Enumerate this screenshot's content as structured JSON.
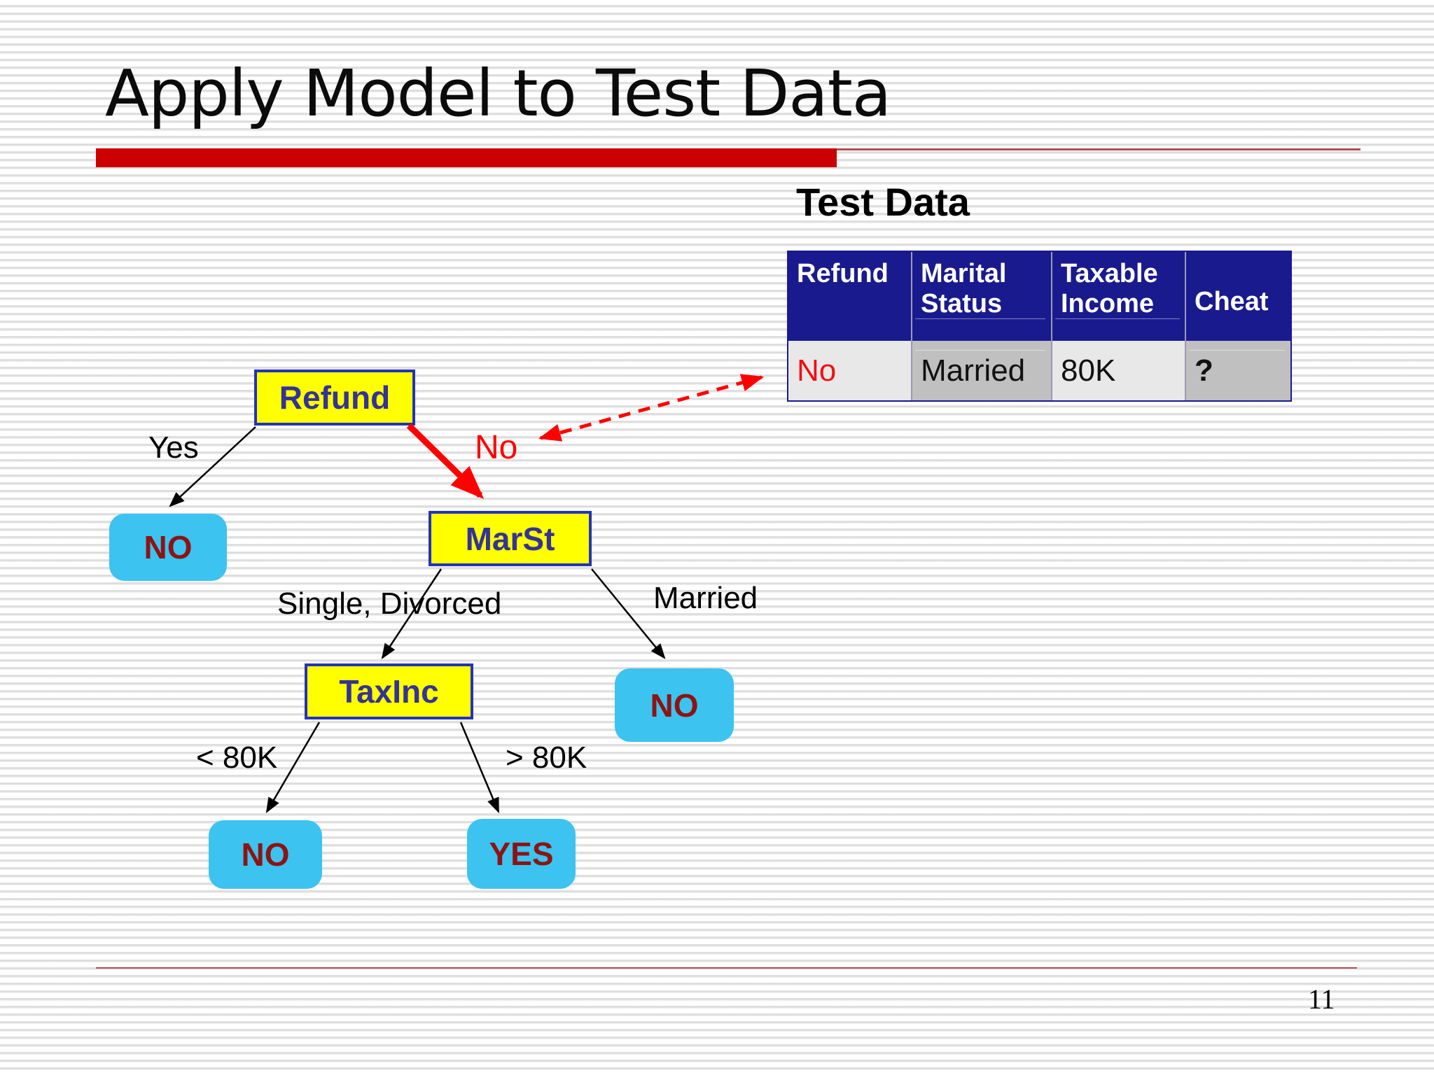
{
  "slide": {
    "title": "Apply Model to Test Data",
    "page_number": "11"
  },
  "test_data": {
    "heading": "Test Data",
    "table": {
      "headers": [
        "Refund",
        "Marital Status",
        "Taxable Income",
        "Cheat"
      ],
      "rows": [
        [
          "No",
          "Married",
          "80K",
          "?"
        ]
      ]
    }
  },
  "tree": {
    "nodes": {
      "refund": "Refund",
      "marst": "MarSt",
      "taxinc": "TaxInc",
      "leaf_no_refund_yes": "NO",
      "leaf_no_married": "NO",
      "leaf_no_lt80k": "NO",
      "leaf_yes_gt80k": "YES"
    },
    "edge_labels": {
      "yes": "Yes",
      "no": "No",
      "single_divorced": "Single, Divorced",
      "married": "Married",
      "lt_80k": "< 80K",
      "gt_80k": "> 80K"
    }
  },
  "colors": {
    "accent_red": "#cc0000",
    "thin_rule_red": "#b34d4d",
    "arrow_red": "#ff0000",
    "node_fill_yellow": "#ffff00",
    "node_border_blue": "#2233bb",
    "node_text_navy": "#333399",
    "leaf_fill_cyan": "#3cc3f0",
    "leaf_text_maroon": "#8c1414",
    "table_header_navy": "#1a1a8f",
    "cell_light_gray": "#e8e8e8",
    "cell_dark_gray": "#c0c0c0",
    "highlight_red_text": "#ee1111"
  }
}
